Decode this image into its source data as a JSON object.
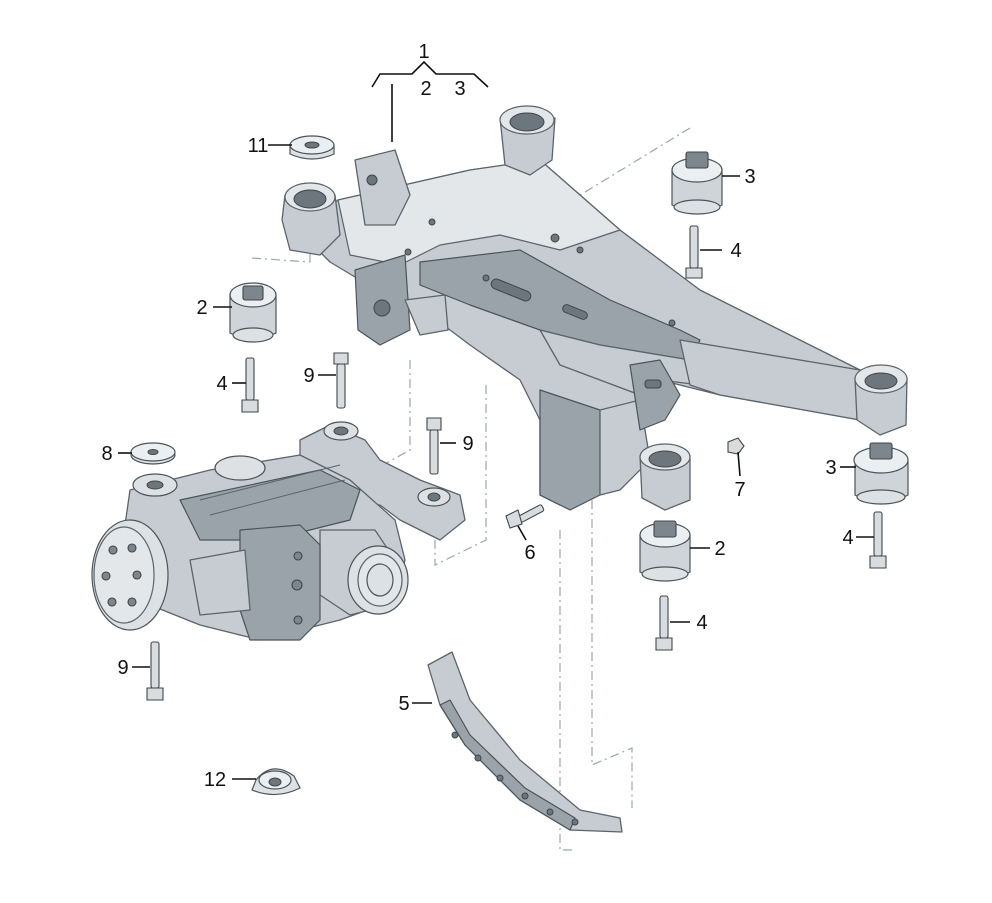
{
  "labels": {
    "l1": "1",
    "l2_top": "2",
    "l3_top": "3",
    "l11": "11",
    "l3_right_upper": "3",
    "l4_right_upper": "4",
    "l2_left": "2",
    "l4_left": "4",
    "l9_upper_left": "9",
    "l9_upper_mid": "9",
    "l8": "8",
    "l7": "7",
    "l3_right_lower": "3",
    "l4_right_lower": "4",
    "l6": "6",
    "l2_mid": "2",
    "l4_mid": "4",
    "l9_lower": "9",
    "l5": "5",
    "l12": "12"
  },
  "colors": {
    "part_fill": "#c6ccd2",
    "part_outline": "#5b646b",
    "leader_line": "#111111",
    "dashed_line": "#9aa6ae"
  }
}
